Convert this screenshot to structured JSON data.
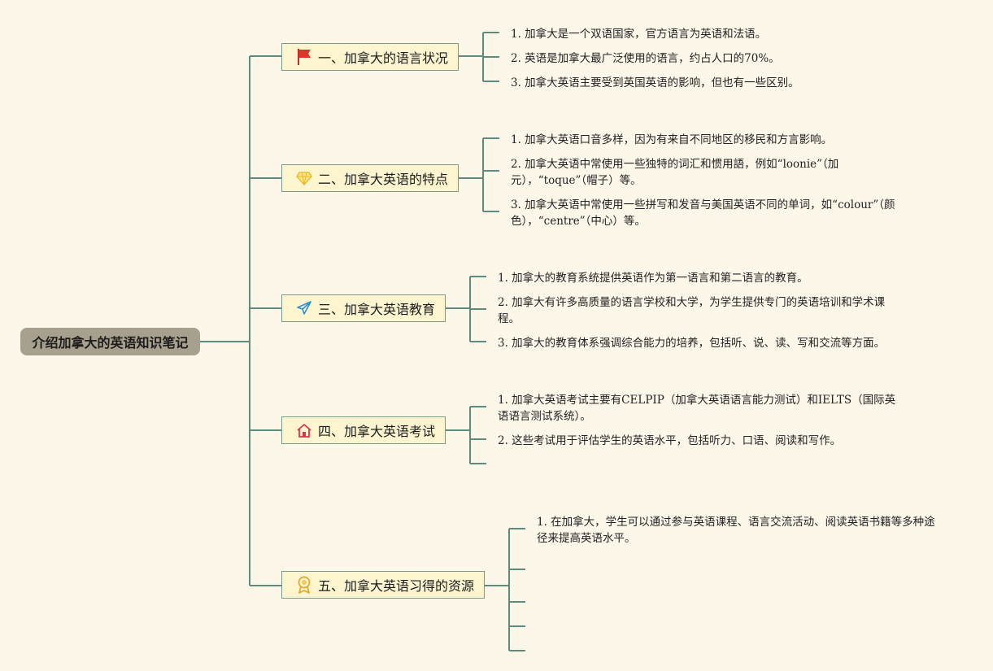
{
  "root": {
    "label": "介绍加拿大的英语知识笔记"
  },
  "branches": [
    {
      "label": "一、加拿大的语言状况",
      "icon": "red-flag-icon",
      "items": [
        "1. 加拿大是一个双语国家，官方语言为英语和法语。",
        "2. 英语是加拿大最广泛使用的语言，约占人口的70%。",
        "3. 加拿大英语主要受到英国英语的影响，但也有一些区别。"
      ]
    },
    {
      "label": "二、加拿大英语的特点",
      "icon": "diamond-icon",
      "items": [
        "1. 加拿大英语口音多样，因为有来自不同地区的移民和方言影响。",
        "2. 加拿大英语中常使用一些独特的词汇和惯用語，例如“loonie”（加元），“toque”（帽子）等。",
        "3. 加拿大英语中常使用一些拼写和发音与美国英语不同的单词，如“colour”（颜色），“centre”（中心）等。"
      ]
    },
    {
      "label": "三、加拿大英语教育",
      "icon": "paper-plane-icon",
      "items": [
        "1. 加拿大的教育系统提供英语作为第一语言和第二语言的教育。",
        "2. 加拿大有许多高质量的语言学校和大学，为学生提供专门的英语培训和学术课程。",
        "3. 加拿大的教育体系强调综合能力的培养，包括听、说、读、写和交流等方面。"
      ]
    },
    {
      "label": "四、加拿大英语考试",
      "icon": "house-icon",
      "items": [
        "1. 加拿大英语考试主要有CELPIP（加拿大英语语言能力测试）和IELTS（国际英语语言测试系统）。",
        "2. 这些考试用于评估学生的英语水平，包括听力、口语、阅读和写作。",
        ""
      ]
    },
    {
      "label": "五、加拿大英语习得的资源",
      "icon": "award-medal-icon",
      "items": [
        "1. 在加拿大，学生可以通过参与英语课程、语言交流活动、阅读英语书籍等多种途径来提高英语水平。",
        "",
        "",
        "",
        ""
      ]
    }
  ],
  "colors": {
    "background": "#fdf7ea",
    "connector": "#5b8c7e",
    "root_fill": "#a8a08e",
    "branch_fill": "#fcf5d0",
    "branch_border": "#7a9b8a"
  }
}
